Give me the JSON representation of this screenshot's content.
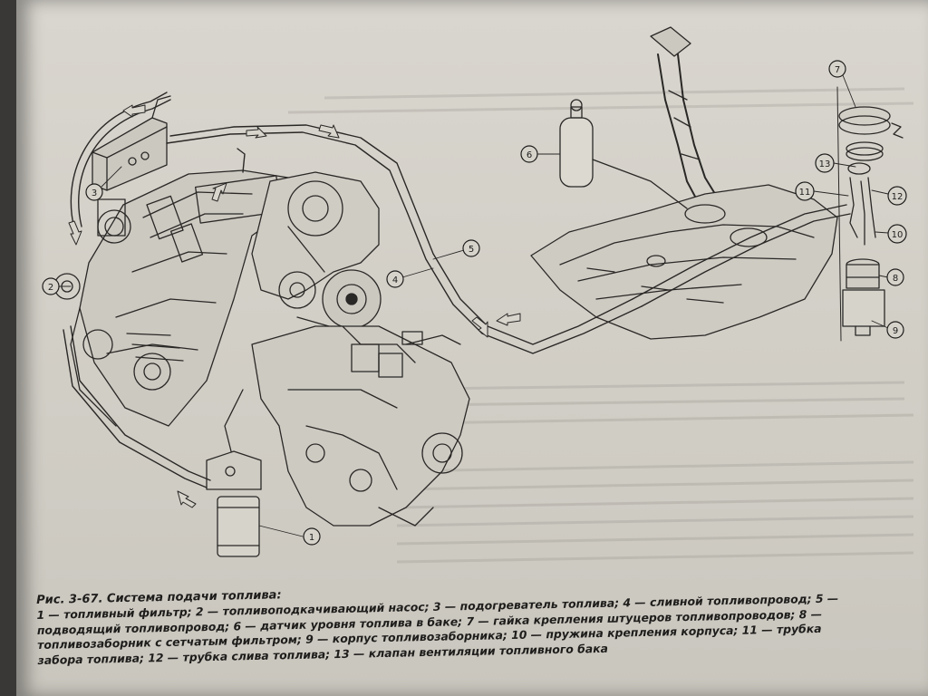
{
  "figure": {
    "callouts": [
      {
        "num": "1"
      },
      {
        "num": "2"
      },
      {
        "num": "3"
      },
      {
        "num": "4"
      },
      {
        "num": "5"
      },
      {
        "num": "6"
      },
      {
        "num": "7"
      },
      {
        "num": "8"
      },
      {
        "num": "9"
      },
      {
        "num": "10"
      },
      {
        "num": "11"
      },
      {
        "num": "12"
      },
      {
        "num": "13"
      }
    ]
  },
  "caption": {
    "title": "Рис. 3-67. Система подачи топлива:",
    "lines": [
      "1 — топливный фильтр; 2 — топливоподкачивающий насос; 3 — подогреватель топлива; 4 — сливной топливопровод; 5 —",
      "подводящий топливопровод; 6 — датчик уровня топлива в баке; 7 — гайка крепления штуцеров топливопроводов; 8 —",
      "топливозаборник с сетчатым фильтром; 9 — корпус топливозаборника; 10 — пружина крепления корпуса; 11 — трубка",
      "забора топлива; 12 — трубка слива топлива; 13 — клапан вентиляции топливного бака"
    ]
  }
}
